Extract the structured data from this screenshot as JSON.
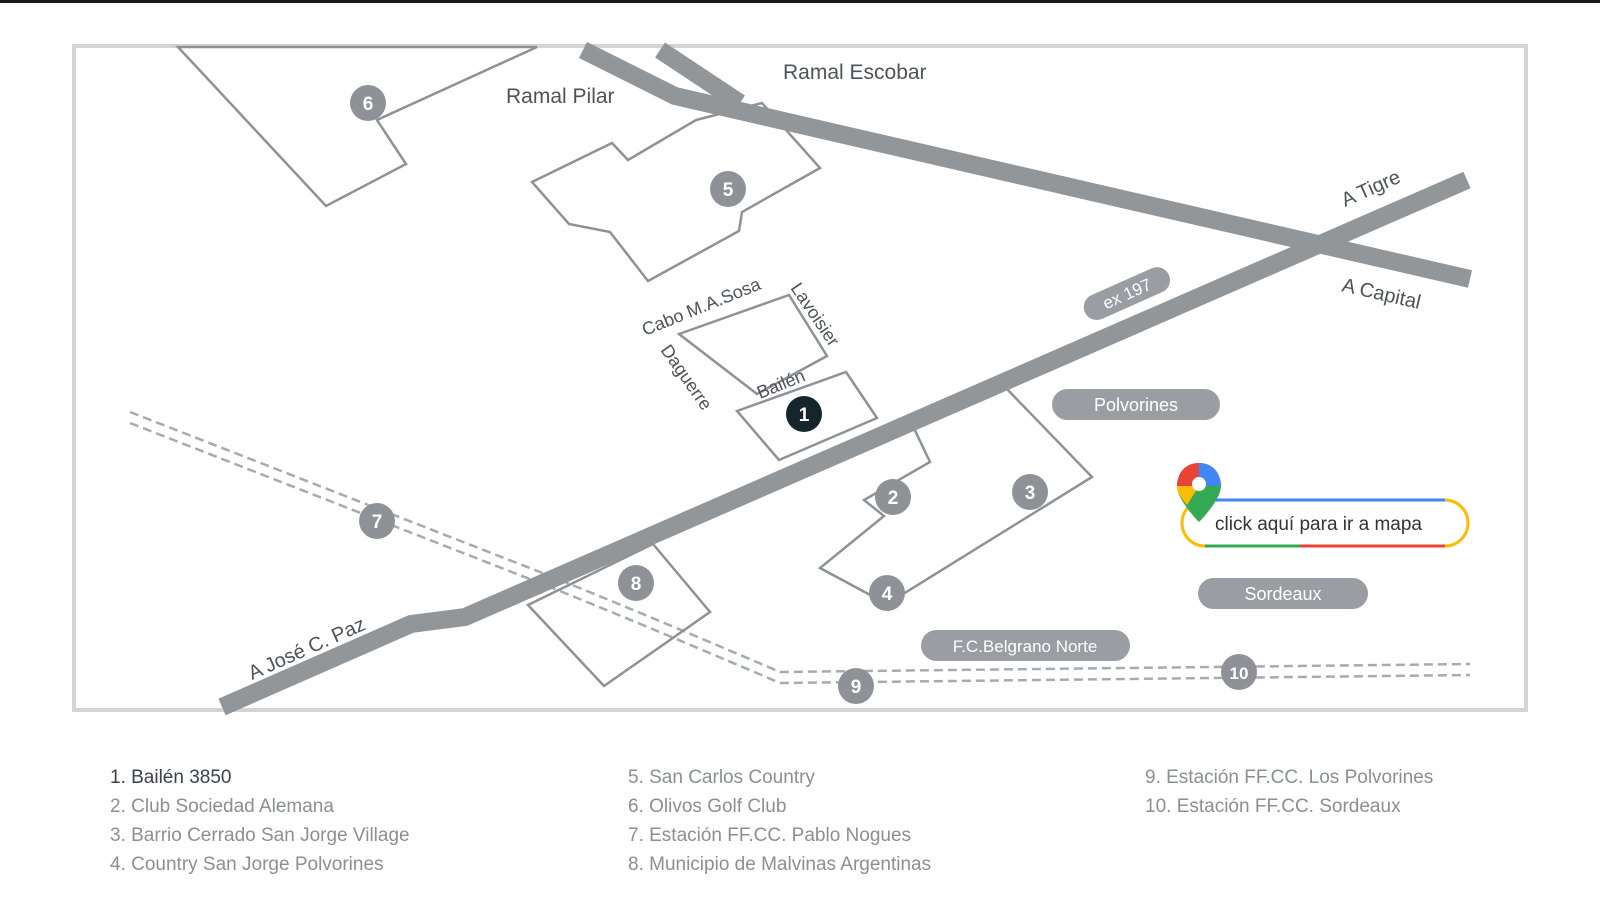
{
  "map": {
    "roads": {
      "ramal_pilar": "Ramal Pilar",
      "ramal_escobar": "Ramal Escobar",
      "a_tigre": "A Tigre",
      "a_capital": "A Capital",
      "ex197": "ex 197",
      "a_jose_c_paz": "A José C. Paz",
      "fc_belgrano_norte": "F.C.Belgrano Norte"
    },
    "streets": {
      "cabo_sosa": "Cabo M.A.Sosa",
      "lavoisier": "Lavoisier",
      "daguerre": "Daguerre",
      "bailen": "Bailén"
    },
    "places": {
      "polvorines": "Polvorines",
      "sordeaux": "Sordeaux"
    },
    "markers": [
      "1",
      "2",
      "3",
      "4",
      "5",
      "6",
      "7",
      "8",
      "9",
      "10"
    ],
    "cta": {
      "label": "click aquí para ir a mapa",
      "icon": "google-maps-pin-icon"
    }
  },
  "legend": {
    "column1": [
      "1. Bailén 3850",
      "2. Club Sociedad Alemana",
      "3. Barrio Cerrado San Jorge Village",
      "4. Country San Jorge Polvorines"
    ],
    "column2": [
      "5. San Carlos Country",
      "6. Olivos Golf Club",
      "7. Estación FF.CC. Pablo Nogues",
      "8. Municipio de Malvinas Argentinas"
    ],
    "column3": [
      "9. Estación FF.CC. Los Polvorines",
      "10. Estación FF.CC. Sordeaux"
    ]
  },
  "colors": {
    "road": "#939699",
    "outline": "#8e9297",
    "frame": "#d2d5d8",
    "marker": "#8e9297",
    "marker_main": "#14262b",
    "text": "#4d5358",
    "legend_text": "#8a8f94"
  }
}
